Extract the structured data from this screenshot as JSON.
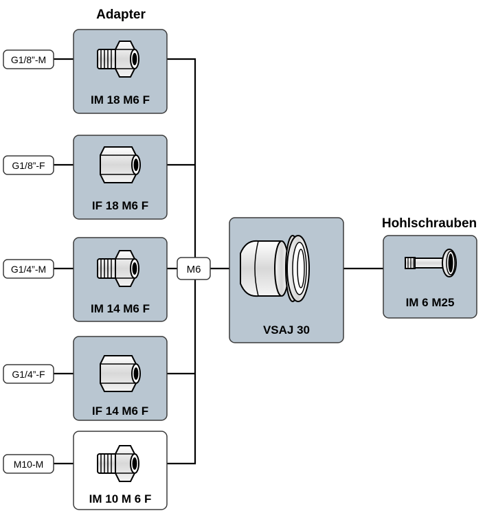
{
  "headings": {
    "adapter": "Adapter",
    "hollow_screws": "Hohlschrauben"
  },
  "ports": [
    {
      "label": "G1/8”-M"
    },
    {
      "label": "G1/8”-F"
    },
    {
      "label": "G1/4”-M"
    },
    {
      "label": "G1/4”-F"
    },
    {
      "label": "M10-M"
    }
  ],
  "adapters": [
    {
      "label": "IM 18 M6 F",
      "icon": "male-threaded-adapter-icon",
      "shaded": true
    },
    {
      "label": "IF 18 M6 F",
      "icon": "female-adapter-icon",
      "shaded": true
    },
    {
      "label": "IM 14 M6 F",
      "icon": "male-threaded-adapter-icon",
      "shaded": true
    },
    {
      "label": "IF 14 M6 F",
      "icon": "female-adapter-icon",
      "shaded": true
    },
    {
      "label": "IM 10 M 6 F",
      "icon": "male-threaded-adapter-icon",
      "shaded": false
    }
  ],
  "junction": {
    "label": "M6"
  },
  "vacuum_unit": {
    "label": "VSAJ 30",
    "icon": "suction-gripper-icon"
  },
  "hollow_screw": {
    "label": "IM 6 M25",
    "icon": "hollow-screw-icon"
  },
  "colors": {
    "panel_fill": "#b9c6d1",
    "panel_stroke": "#3a3a3a",
    "line": "#000000",
    "text": "#000000"
  }
}
